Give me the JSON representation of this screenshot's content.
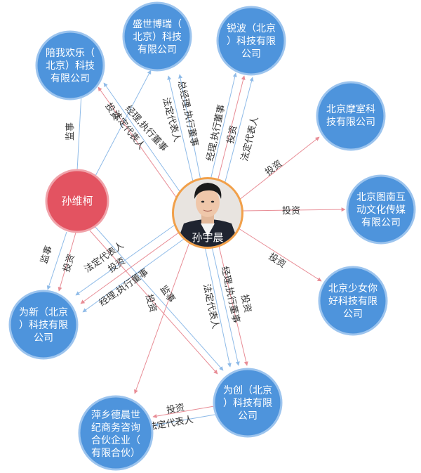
{
  "colors": {
    "company": "#4e94dc",
    "company_stroke": "#9cc4ee",
    "person_red": "#e35361",
    "person_red_stroke": "#f0a3aa",
    "center_ring": "#f1a04a",
    "edge_red": "#e88c95",
    "edge_blue": "#8fbbe8",
    "edge_label": "#333333"
  },
  "persons": {
    "sun_weike": "孙维柯",
    "sun_yuchen": "孙宇晨"
  },
  "companies": {
    "peiwo": [
      "陪我欢乐（",
      "北京）科技",
      "有限公司"
    ],
    "shengshi": [
      "盛世博瑞（",
      "北京）科技",
      "有限公司"
    ],
    "ruibo": [
      "锐波（北京",
      "）科技有限",
      "公司"
    ],
    "moshi": [
      "北京摩室科",
      "技有限公司"
    ],
    "tunan": [
      "北京图南互",
      "动文化传媒",
      "有限公司"
    ],
    "shaonv": [
      "北京少女你",
      "好科技有限",
      "公司"
    ],
    "weixin": [
      "为新（北京",
      "）科技有限",
      "公司"
    ],
    "weichuang": [
      "为创（北京",
      "）科技有限",
      "公司"
    ],
    "pingxiang": [
      "萍乡德晨世",
      "纪商务咨询",
      "合伙企业（",
      "有限合伙）"
    ]
  },
  "edge_labels": {
    "wk_peiwo": "监事",
    "wk_peiwo_inv": "投资",
    "wk_peiwo_legal": "法定代表人",
    "wk_shengshi": "经理,执行董事",
    "yc_shengshi_rep": "法定代表人",
    "yc_shengshi_mgr": "总经理,执行董事",
    "yc_ruibo_mgr": "经理,执行董事",
    "yc_ruibo_inv": "投资",
    "yc_ruibo_legal": "法定代表人",
    "yc_moshi": "投资",
    "yc_tunan": "投资",
    "yc_shaonv": "投资",
    "wk_weixin_sup": "监事",
    "wk_weixin_inv": "投资",
    "yc_weixin_legal": "法定代表人",
    "yc_weixin_inv": "投资",
    "yc_weixin_mgr": "经理,执行董事",
    "wk_weichuang_sup": "监事",
    "wk_weichuang_inv": "投资",
    "yc_weichuang_mgr": "经理,执行董事",
    "yc_weichuang_legal": "法定代表人",
    "yc_weichuang_inv": "投资",
    "wc_pingxiang_inv": "投资",
    "wc_pingxiang_legal": "法定代表人"
  }
}
